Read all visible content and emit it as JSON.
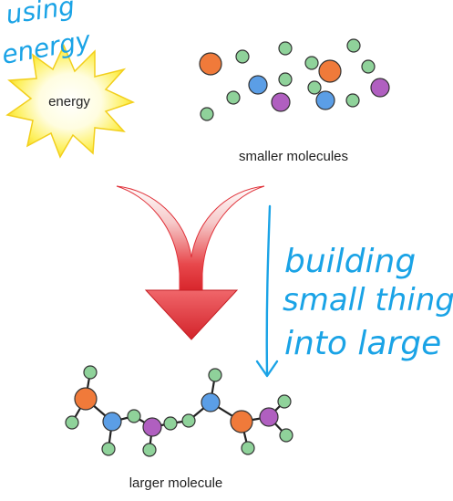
{
  "energy_label": "energy",
  "top_label": "smaller molecules",
  "bottom_label": "larger molecule",
  "annotations": {
    "using_energy": [
      "using",
      "energy"
    ],
    "building": [
      "building",
      "small things",
      "into large"
    ]
  },
  "colors": {
    "orange": "#f07a3a",
    "blue": "#5b9ee6",
    "purple": "#b05fc0",
    "green": "#8fd29a",
    "arrow_red": "#e0323a",
    "sun_yellow": "#fde74c",
    "handwriting_blue": "#1aa3e6"
  }
}
